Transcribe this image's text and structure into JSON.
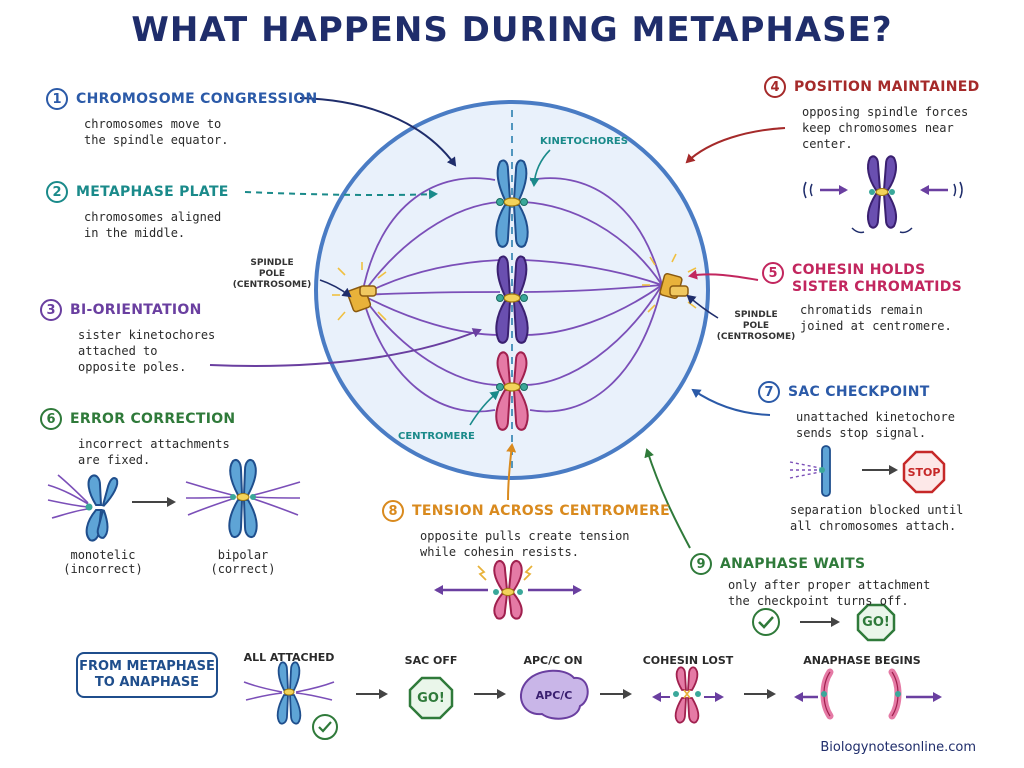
{
  "title": "WHAT HAPPENS DURING METAPHASE?",
  "colors": {
    "navy": "#1f2d6b",
    "blue": "#2b5aa8",
    "teal": "#1a8a8a",
    "purple": "#6a3fa0",
    "green": "#2f7a3a",
    "red": "#a52a2a",
    "magenta": "#c2265e",
    "orange": "#d98a1e",
    "cell_fill": "#e9f1fb",
    "cell_stroke": "#4a7cc4",
    "spindle": "#7b4fb8"
  },
  "callouts": [
    {
      "num": "1",
      "title": "CHROMOSOME CONGRESSION",
      "body": "chromosomes move to\nthe spindle equator."
    },
    {
      "num": "2",
      "title": "METAPHASE PLATE",
      "body": "chromosomes aligned\nin the middle."
    },
    {
      "num": "3",
      "title": "BI-ORIENTATION",
      "body": "sister kinetochores\nattached to\nopposite poles."
    },
    {
      "num": "4",
      "title": "POSITION MAINTAINED",
      "body": "opposing spindle forces\nkeep chromosomes near\ncenter."
    },
    {
      "num": "5",
      "title": "COHESIN HOLDS\nSISTER CHROMATIDS",
      "body": "chromatids remain\njoined at centromere."
    },
    {
      "num": "6",
      "title": "ERROR CORRECTION",
      "body": "incorrect attachments\nare fixed."
    },
    {
      "num": "7",
      "title": "SAC CHECKPOINT",
      "body": "unattached kinetochore\nsends stop signal."
    },
    {
      "num": "8",
      "title": "TENSION ACROSS CENTROMERE",
      "body": "opposite pulls create tension\nwhile cohesin resists."
    },
    {
      "num": "9",
      "title": "ANAPHASE WAITS",
      "body": "only after proper attachment\nthe checkpoint turns off."
    }
  ],
  "cell_labels": {
    "kinetochores": "KINETOCHORES",
    "centromere": "CENTROMERE",
    "pole_left": "SPINDLE\nPOLE\n(CENTROSOME)",
    "pole_right": "SPINDLE\nPOLE\n(CENTROSOME)"
  },
  "error_correction": {
    "left_label": "monotelic\n(incorrect)",
    "right_label": "bipolar\n(correct)"
  },
  "sac": {
    "stop_text": "STOP",
    "note": "separation blocked until\nall chromosomes attach."
  },
  "anaphase_waits": {
    "go_text": "GO!"
  },
  "sequence": {
    "box_label": "FROM METAPHASE\nTO ANAPHASE",
    "steps": [
      "ALL ATTACHED",
      "SAC OFF",
      "APC/C ON",
      "COHESIN LOST",
      "ANAPHASE BEGINS"
    ],
    "go_text": "GO!",
    "apc_text": "APC/C"
  },
  "footer": "Biologynotesonline.com"
}
